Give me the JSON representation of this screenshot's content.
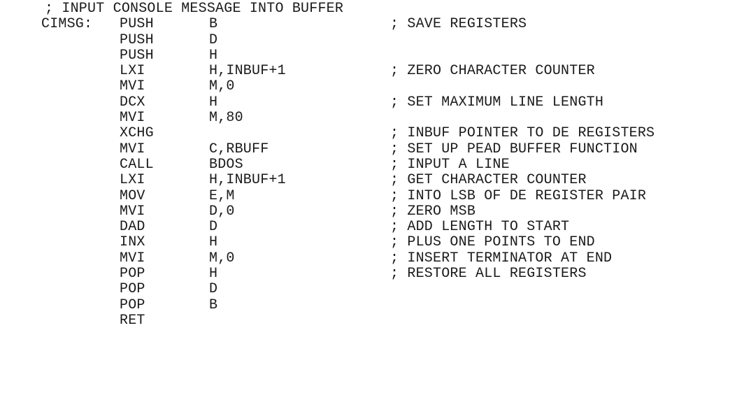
{
  "listing": {
    "header_comment": "; INPUT CONSOLE MESSAGE INTO BUFFER",
    "lines": [
      {
        "label": "CIMSG:",
        "op": "PUSH",
        "arg": "B",
        "comment": "; SAVE REGISTERS"
      },
      {
        "label": "",
        "op": "PUSH",
        "arg": "D",
        "comment": ""
      },
      {
        "label": "",
        "op": "PUSH",
        "arg": "H",
        "comment": ""
      },
      {
        "label": "",
        "op": "LXI",
        "arg": "H,INBUF+1",
        "comment": "; ZERO CHARACTER COUNTER"
      },
      {
        "label": "",
        "op": "MVI",
        "arg": "M,0",
        "comment": ""
      },
      {
        "label": "",
        "op": "DCX",
        "arg": "H",
        "comment": "; SET MAXIMUM LINE LENGTH"
      },
      {
        "label": "",
        "op": "MVI",
        "arg": "M,80",
        "comment": ""
      },
      {
        "label": "",
        "op": "XCHG",
        "arg": "",
        "comment": "; INBUF POINTER TO DE REGISTERS"
      },
      {
        "label": "",
        "op": "MVI",
        "arg": "C,RBUFF",
        "comment": "; SET UP PEAD BUFFER FUNCTION"
      },
      {
        "label": "",
        "op": "CALL",
        "arg": "BDOS",
        "comment": "; INPUT A LINE"
      },
      {
        "label": "",
        "op": "LXI",
        "arg": "H,INBUF+1",
        "comment": "; GET CHARACTER COUNTER"
      },
      {
        "label": "",
        "op": "MOV",
        "arg": "E,M",
        "comment": "; INTO LSB OF DE REGISTER PAIR"
      },
      {
        "label": "",
        "op": "MVI",
        "arg": "D,0",
        "comment": "; ZERO MSB"
      },
      {
        "label": "",
        "op": "DAD",
        "arg": "D",
        "comment": "; ADD LENGTH TO START"
      },
      {
        "label": "",
        "op": "INX",
        "arg": "H",
        "comment": "; PLUS ONE POINTS TO END"
      },
      {
        "label": "",
        "op": "MVI",
        "arg": "M,0",
        "comment": "; INSERT TERMINATOR AT END"
      },
      {
        "label": "",
        "op": "POP",
        "arg": "H",
        "comment": "; RESTORE ALL REGISTERS"
      },
      {
        "label": "",
        "op": "POP",
        "arg": "D",
        "comment": ""
      },
      {
        "label": "",
        "op": "POP",
        "arg": "B",
        "comment": ""
      },
      {
        "label": "",
        "op": "RET",
        "arg": "",
        "comment": ""
      }
    ]
  }
}
